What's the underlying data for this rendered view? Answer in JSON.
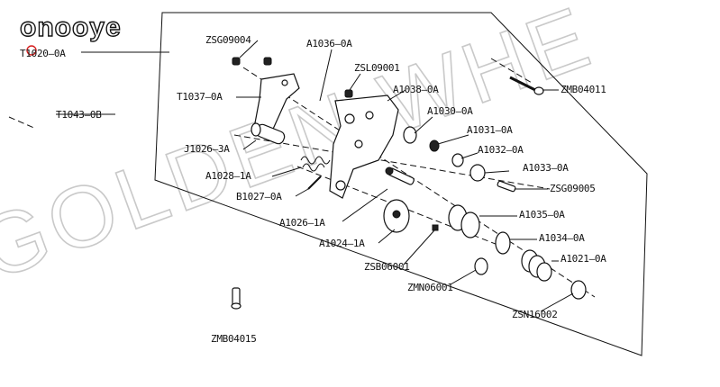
{
  "watermark": "GOLDEN WHE",
  "logo": "onooye",
  "marker": {
    "color": "#d62020"
  },
  "labels": {
    "T1020_0A": "T1020–0A",
    "ZSG09004": "ZSG09004",
    "A1036_0A": "A1036–0A",
    "ZSL09001": "ZSL09001",
    "ZMB04011": "ZMB04011",
    "T1037_0A": "T1037–0A",
    "A1038_0A": "A1038–0A",
    "T1043_0B": "T1043–0B",
    "A1030_0A": "A1030–0A",
    "A1031_0A": "A1031–0A",
    "J1026_3A": "J1026–3A",
    "A1032_0A": "A1032–0A",
    "A1028_1A": "A1028–1A",
    "A1033_0A": "A1033–0A",
    "B1027_0A": "B1027–0A",
    "ZSG09005": "ZSG09005",
    "A1026_1A": "A1026–1A",
    "A1035_0A": "A1035–0A",
    "A1024_1A": "A1024–1A",
    "A1034_0A": "A1034–0A",
    "ZSB06001": "ZSB06001",
    "A1021_0A": "A1021–0A",
    "ZMN06001": "ZMN06001",
    "ZSN16002": "ZSN16002",
    "ZMB04015": "ZMB04015"
  }
}
